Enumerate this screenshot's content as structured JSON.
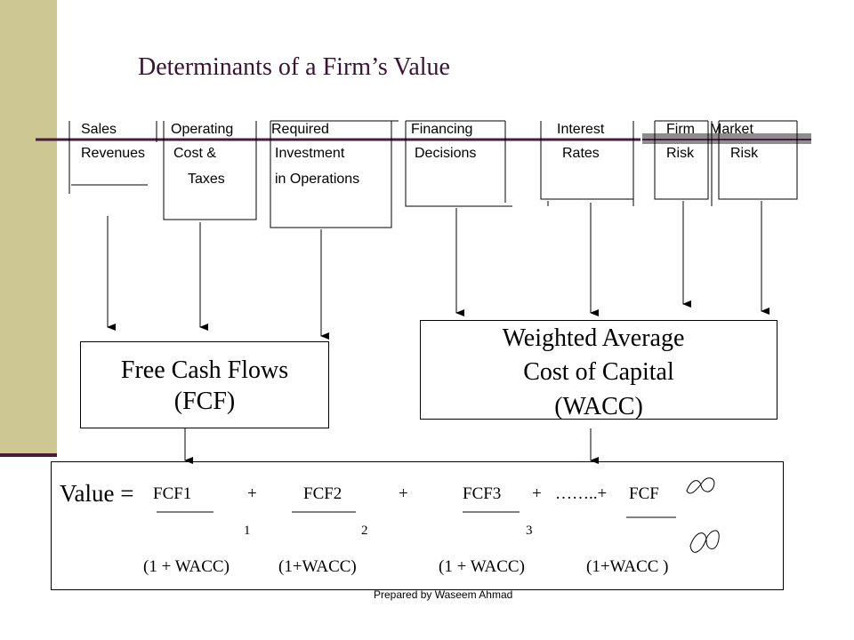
{
  "slide": {
    "title": "Determinants of a Firm’s Value",
    "footer": "Prepared by Waseem Ahmad",
    "accent_color": "#cdc893",
    "title_color": "#3b1233"
  },
  "factors": {
    "sales_1": "Sales",
    "sales_2": "Revenues",
    "operating_1": "Operating",
    "operating_2": "Cost &",
    "operating_3": "Taxes",
    "investment_1": "Required",
    "investment_2": "Investment",
    "investment_3": "in Operations",
    "financing_1": "Financing",
    "financing_2": "Decisions",
    "interest_1": "Interest",
    "interest_2": "Rates",
    "firm_1": "Firm",
    "firm_2": "Risk",
    "market_1": "Market",
    "market_2": "Risk"
  },
  "fcf_box": {
    "line1": "Free Cash Flows",
    "line2": "(FCF)"
  },
  "wacc_box": {
    "line1": "Weighted Average",
    "line2": "Cost of Capital",
    "line3": "(WACC)"
  },
  "formula": {
    "value_label": "Value =",
    "num1": "FCF1",
    "plus1": "+",
    "num2": "FCF2",
    "plus2": "+",
    "num3": "FCF3",
    "plus3": "+",
    "ellipsis": "……..+",
    "num_inf": "FCF",
    "exp1": "1",
    "exp2": "2",
    "exp3": "3",
    "den1": "(1 + WACC)",
    "den2": "(1+WACC)",
    "den3": "(1 + WACC)",
    "den_inf": "(1+WACC )"
  }
}
